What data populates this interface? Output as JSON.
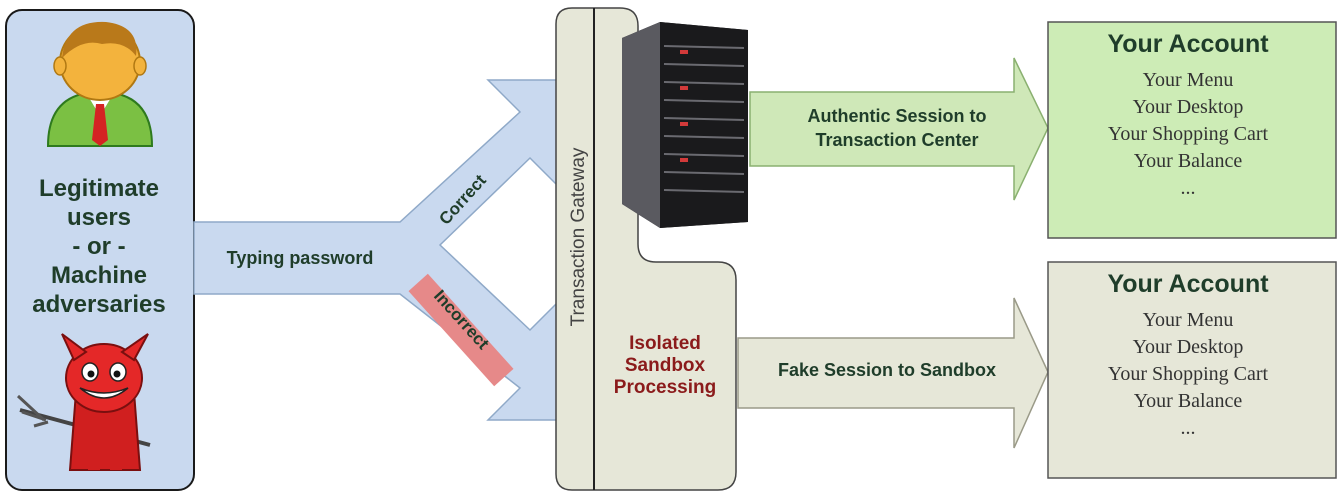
{
  "users_label": [
    "Legitimate",
    "users",
    "- or -",
    "Machine",
    "adversaries"
  ],
  "typing_label": "Typing password",
  "correct_label": "Correct",
  "incorrect_label": "Incorrect",
  "gateway_label": "Transaction Gateway",
  "sandbox_processing": [
    "Isolated",
    "Sandbox",
    "Processing"
  ],
  "authentic_session": [
    "Authentic Session to",
    "Transaction Center"
  ],
  "fake_session": "Fake Session to Sandbox",
  "accounts": [
    {
      "title": "Your Account",
      "items": [
        "Your Menu",
        "Your Desktop",
        "Your Shopping Cart",
        "Your Balance",
        "..."
      ]
    },
    {
      "title": "Your Account",
      "items": [
        "Your Menu",
        "Your Desktop",
        "Your Shopping Cart",
        "Your Balance",
        "..."
      ]
    }
  ],
  "colors": {
    "users_panel": "#c9d9ef",
    "flow_arrow": "#c9d9ef",
    "auth_arrow": "#cfe8b8",
    "auth_box": "#cdecb6",
    "sandbox_arrow": "#e6e7d8",
    "sandbox_box": "#e6e7d8",
    "gateway": "#e6e7d8",
    "incorrect_tag": "#e68989",
    "label_green": "#1f3d2a",
    "label_red": "#8b1b1b"
  },
  "icons": [
    "user-icon",
    "devil-icon",
    "server-icon"
  ]
}
